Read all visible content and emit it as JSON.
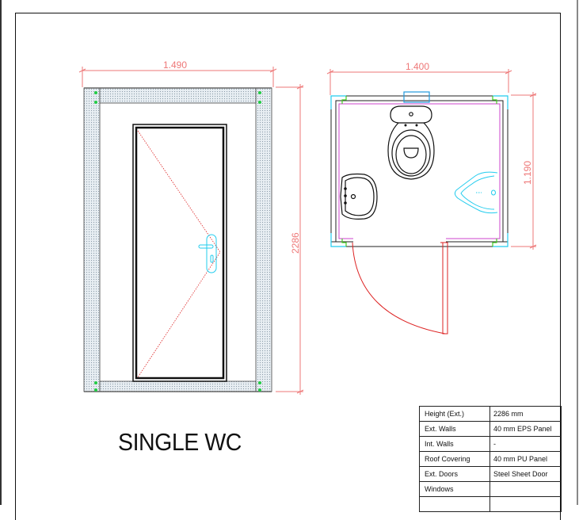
{
  "drawing": {
    "title": "SINGLE WC",
    "elevation": {
      "width_label": "1.490",
      "height_label": "2286"
    },
    "plan": {
      "width_label": "1.400",
      "depth_label": "1.190",
      "fixtures": [
        "toilet",
        "washbasin",
        "urinal",
        "door-swing"
      ]
    },
    "colors": {
      "dimension": "#ee7777",
      "door_swing": "#dd2222",
      "fixture_cyan": "#22ccee",
      "inner_wall_magenta": "#cc44cc",
      "panel_fill": "#dde6ee",
      "corner_green": "#22cc44"
    }
  },
  "spec_table": {
    "rows": [
      {
        "label": "Height (Ext.)",
        "value": "2286 mm"
      },
      {
        "label": "Ext. Walls",
        "value": "40 mm EPS Panel"
      },
      {
        "label": "Int. Walls",
        "value": "-"
      },
      {
        "label": "Roof Covering",
        "value": "40 mm PU Panel"
      },
      {
        "label": "Ext. Doors",
        "value": "Steel Sheet Door"
      },
      {
        "label": "Windows",
        "value": ""
      }
    ]
  }
}
